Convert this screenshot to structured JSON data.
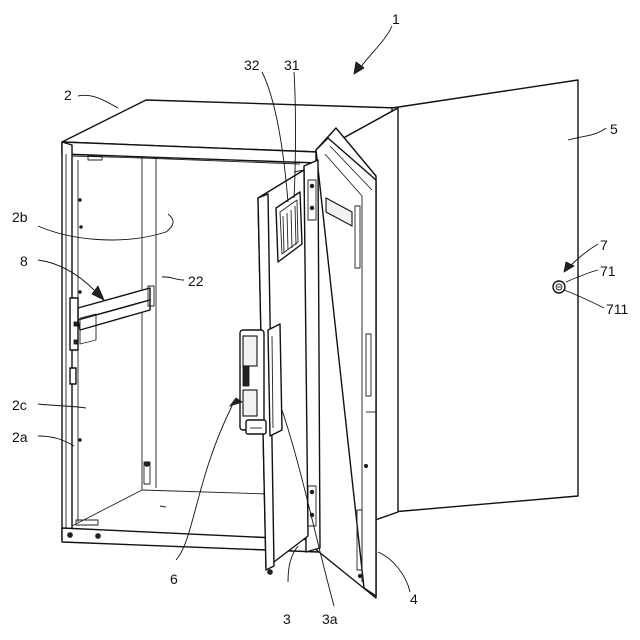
{
  "labels": {
    "l1": "1",
    "l2": "2",
    "l2a": "2a",
    "l2b": "2b",
    "l2c": "2c",
    "l3": "3",
    "l3a": "3a",
    "l4": "4",
    "l5": "5",
    "l6": "6",
    "l7": "7",
    "l8": "8",
    "l22": "22",
    "l31": "31",
    "l32": "32",
    "l71": "71",
    "l711": "711"
  }
}
